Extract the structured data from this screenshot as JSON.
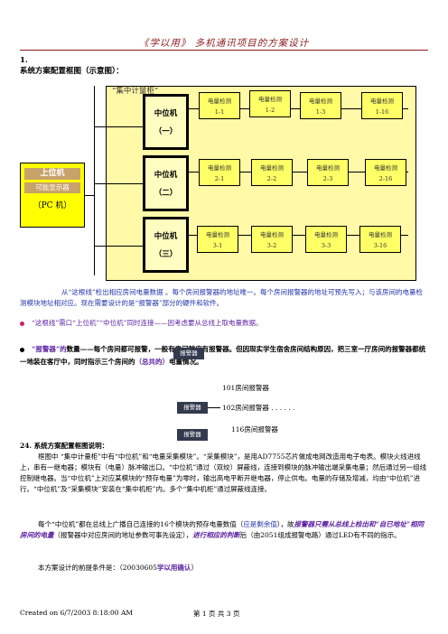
{
  "header": {
    "title": "《学以用》 多机通讯项目的方案设计"
  },
  "section1": {
    "number": "1.",
    "title": "系统方案配置框图（示意图）："
  },
  "diagram": {
    "concentrator_label": "“集中计量柜”",
    "middle": [
      {
        "name": "中位机",
        "index": "（一）"
      },
      {
        "name": "中位机",
        "index": "（二）"
      },
      {
        "name": "中位机",
        "index": "（三）"
      }
    ],
    "meter_title": "电量检测",
    "meter_rows": [
      [
        "1-1",
        "1-2",
        "1-3",
        "1-16"
      ],
      [
        "2-1",
        "2-2",
        "2-3",
        "2-16"
      ],
      [
        "3-1",
        "3-2",
        "3-3",
        "3-16"
      ]
    ],
    "pc": {
      "line1": "上位机",
      "line2": "可能显示器",
      "line3": "（PC 机）"
    }
  },
  "para1": "从“这根线”检出相应房间电量数据 。每个房间报警器的地址唯一。每个房间报警器的地址可预先写入；与该房间的电量检测模块地址相对应。现在需要设计的是“报警器”部分的硬件和软件。",
  "bullet1": "“这根线”需口“上位机”“中位机”同时连接——因考虑要从总线上取电量数据。",
  "bullet2": {
    "a": "“报警器”的",
    "b": "数量——每个房间都可",
    "c": "报警，一般有房间就应有报警器。但因现实学生宿舍房间结构原因，把三室一厅房间的报警器都统一地装在客厅中，同时指示三个房间的",
    "d": "（总共的）",
    "e": "电量情况。"
  },
  "alarm": {
    "label": "报警器",
    "rooms": [
      "101房间报警器",
      "102房间报警器 . . .  . . .",
      "116房间报警器"
    ]
  },
  "section24": {
    "title": "24. 系统方案配置框图说明："
  },
  "para2": "框图中 “集中计量柜”中有“中位机”和“电量采集模块”。“采集模块”，是用AD7755芯片做成电网改造用电子电表。模块火线进线上，串有一继电器；模块有（电量）脉冲输出口。“中位机”通过（双绞）屏蔽线，连接到模块的脉冲输出端采集电量；然后通过另一组线控制继电器。当“中位机”上对应某模块的“预存电量”为零时，输出高电平断开继电器，停止供电。电量的存储及增减，均由“中位机”进行。“中位机”及“采集模块”安装在“集中机柜”内。多个“集中机柜”通过屏蔽线连接。",
  "para3": {
    "a": "每个“中位机”都在总线上广播自己连接的16个模块的预存电量数值（",
    "b": "应是剩余值",
    "c": "），故",
    "d": "报警器只需从总线上检出和“自已地址”相同房间的电量",
    "e": "（报警器中对应房间的地址参数可事先设定），",
    "f": "进行相应的判断",
    "g": "后（由2051组成报警电路）通过LED有不同的指示。"
  },
  "para4": {
    "a": "本方案设计的前提条件是：（20030605",
    "b": "学以用确认",
    "c": "）"
  },
  "footer": {
    "created": "Created on 6/7/2003 8:18:00 AM",
    "page": "第 1 页 共 3 页"
  }
}
